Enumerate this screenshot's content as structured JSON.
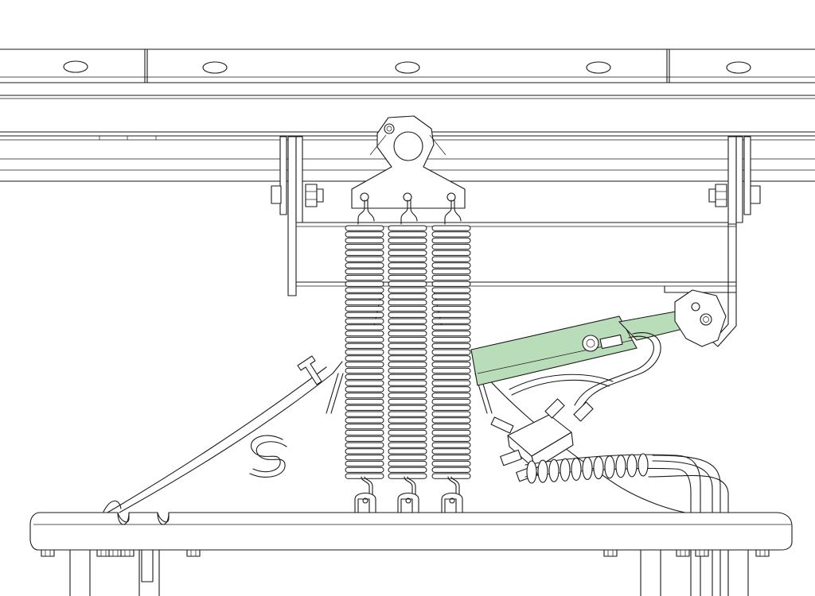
{
  "diagram": {
    "subject": "spring-suspension-assembly",
    "colors": {
      "background": "#ffffff",
      "line": "#1a1a1a",
      "cylinder_highlight": "#b9dcb9"
    },
    "springs": [
      {
        "name": "spring-left"
      },
      {
        "name": "spring-center"
      },
      {
        "name": "spring-right"
      }
    ],
    "logo_letter": "S"
  }
}
